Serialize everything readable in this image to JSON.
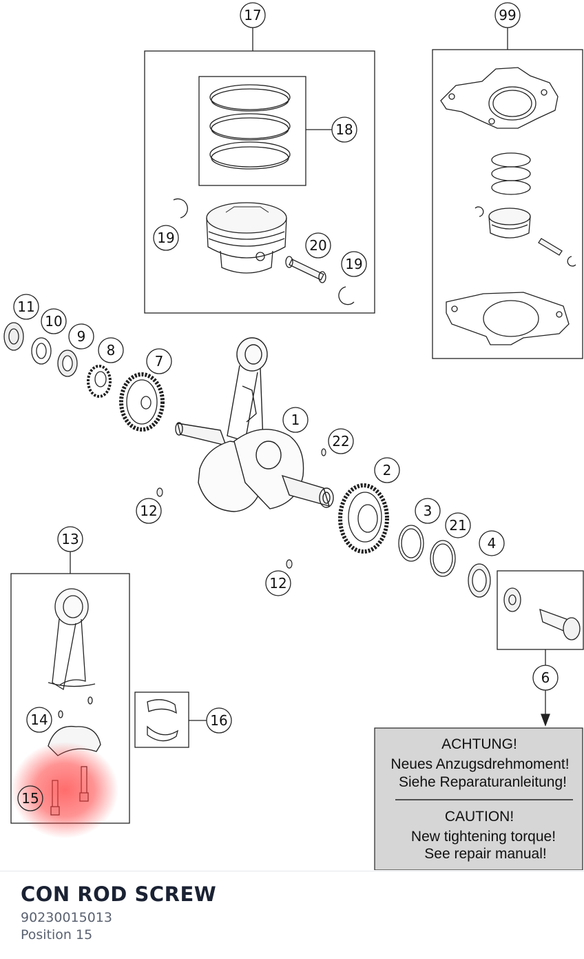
{
  "diagram": {
    "callouts": {
      "c1": "1",
      "c2": "2",
      "c3": "3",
      "c4": "4",
      "c6": "6",
      "c7": "7",
      "c8": "8",
      "c9": "9",
      "c10": "10",
      "c11": "11",
      "c12a": "12",
      "c12b": "12",
      "c13": "13",
      "c14": "14",
      "c15": "15",
      "c16": "16",
      "c17": "17",
      "c18": "18",
      "c19a": "19",
      "c19b": "19",
      "c20": "20",
      "c21": "21",
      "c22": "22",
      "c99": "99"
    },
    "highlight_color": "#ff3b3b",
    "warning": {
      "de_title": "ACHTUNG!",
      "de_line1": "Neues Anzugsdrehmoment!",
      "de_line2": "Siehe Reparaturanleitung!",
      "en_title": "CAUTION!",
      "en_line1": "New tightening torque!",
      "en_line2": "See repair manual!",
      "background": "#d6d6d6"
    }
  },
  "part": {
    "name": "CON ROD SCREW",
    "number": "90230015013",
    "position": "Position 15"
  }
}
